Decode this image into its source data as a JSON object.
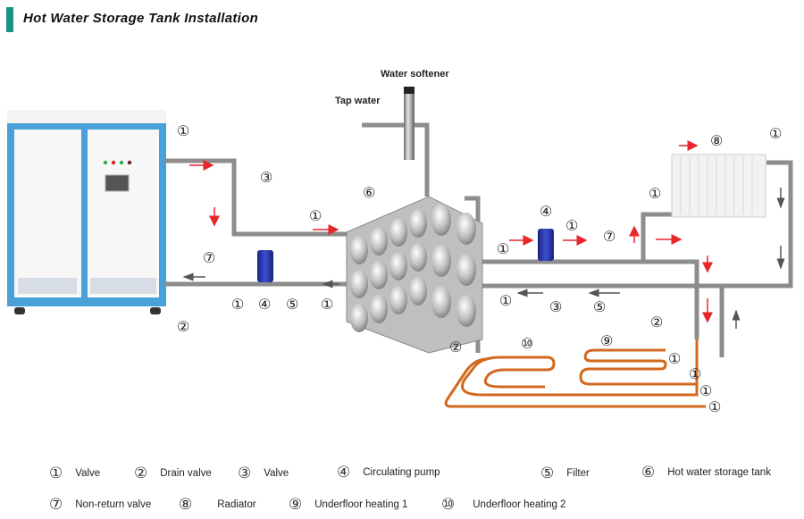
{
  "title": "Hot Water Storage Tank Installation",
  "colors": {
    "accent": "#1a9389",
    "boiler_blue": "#4aa0d8",
    "pipe": "#9a9a9a",
    "flow_arrow": "#e8262c",
    "return_arrow": "#555555",
    "underfloor": "#d2691e",
    "pump": "#2a3bb0"
  },
  "labels": {
    "water_softener": "Water softener",
    "tap_water": "Tap water"
  },
  "markers": {
    "m1": "①",
    "m2": "②",
    "m3": "③",
    "m4": "④",
    "m5": "⑤",
    "m6": "⑥",
    "m7": "⑦",
    "m8": "⑧",
    "m9": "⑨",
    "m10": "⑩"
  },
  "legend": [
    {
      "num": "①",
      "label": "Valve"
    },
    {
      "num": "②",
      "label": "Drain valve"
    },
    {
      "num": "③",
      "label": "Valve"
    },
    {
      "num": "④",
      "label": "Circulating pump"
    },
    {
      "num": "⑤",
      "label": "Filter"
    },
    {
      "num": "⑥",
      "label": "Hot water storage tank"
    },
    {
      "num": "⑦",
      "label": "Non-return valve"
    },
    {
      "num": "⑧",
      "label": "Radiator"
    },
    {
      "num": "⑨",
      "label": "Underfloor heating 1"
    },
    {
      "num": "⑩",
      "label": "Underfloor heating 2"
    }
  ]
}
